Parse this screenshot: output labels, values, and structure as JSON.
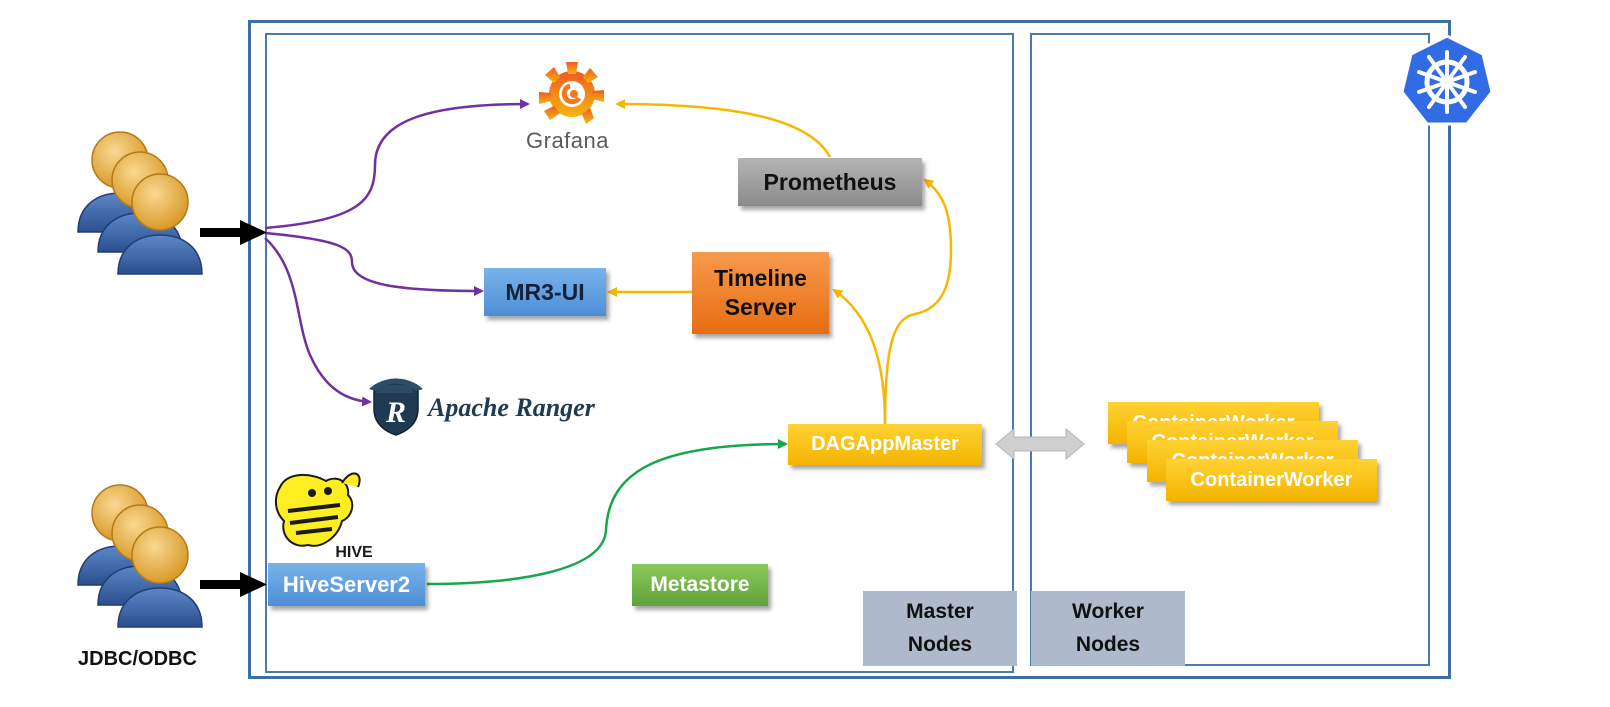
{
  "grafana": {
    "text": "Grafana"
  },
  "prometheus": {
    "label": "Prometheus"
  },
  "timeline_server": {
    "line1": "Timeline",
    "line2": "Server"
  },
  "mr3_ui": {
    "label": "MR3-UI"
  },
  "ranger": {
    "text": "Apache Ranger"
  },
  "dag_app_master": {
    "label": "DAGAppMaster"
  },
  "container_workers": [
    "ContainerWorker",
    "ContainerWorker",
    "ContainerWorker",
    "ContainerWorker"
  ],
  "hive": {
    "logo_text": "HIVE"
  },
  "hiveserver2": {
    "label": "HiveServer2"
  },
  "metastore": {
    "label": "Metastore"
  },
  "master_nodes": {
    "line1": "Master",
    "line2": "Nodes"
  },
  "worker_nodes": {
    "line1": "Worker",
    "line2": "Nodes"
  },
  "jdbc_label": "JDBC/ODBC",
  "colors": {
    "frame": "#3d6ea6",
    "purple_arrow": "#7030a0",
    "yellow_arrow": "#f5b800",
    "green_arrow": "#14a84a",
    "kubernetes": "#326ce5"
  },
  "icons": [
    "users-icon",
    "users-icon",
    "grafana-logo",
    "apache-ranger-logo",
    "hive-logo",
    "kubernetes-logo",
    "double-arrow-icon"
  ]
}
